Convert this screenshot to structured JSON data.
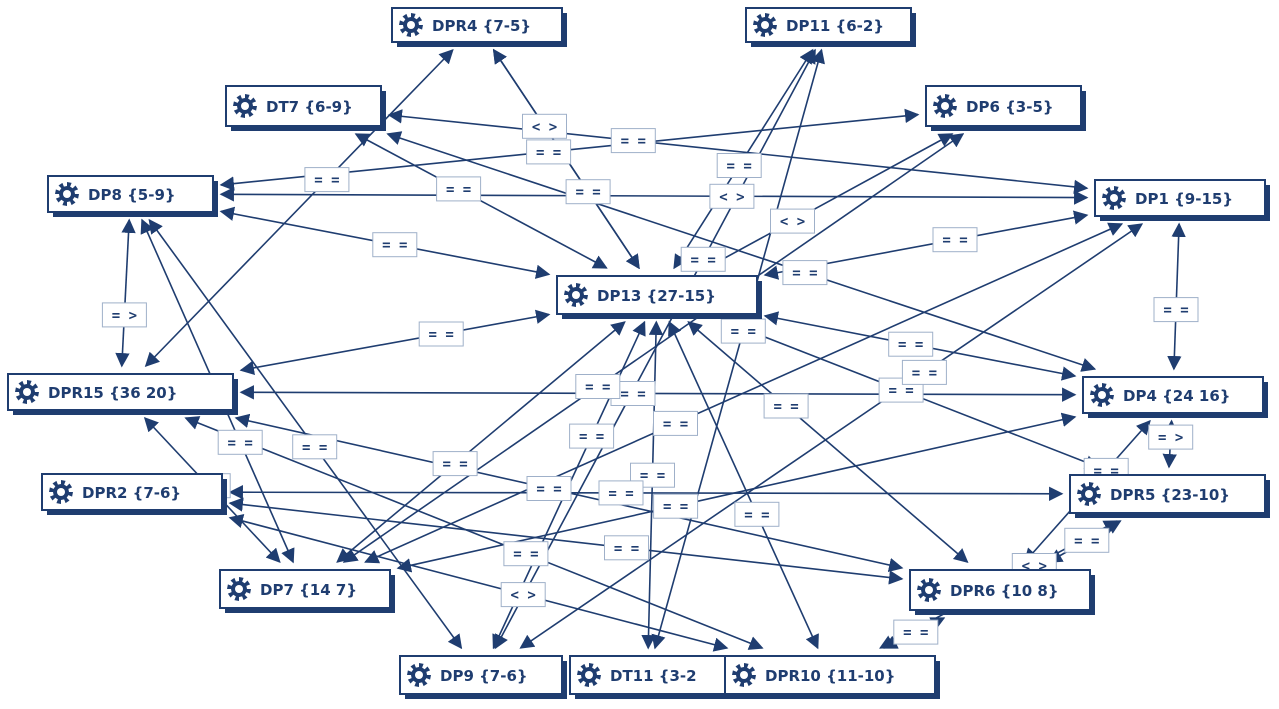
{
  "colors": {
    "primary": "#1f3d70",
    "background": "#ffffff",
    "label_border": "#9fb0c9"
  },
  "node_icon": "gear-icon",
  "nodes": [
    {
      "id": "DPR4",
      "label": "DPR4 {7-5}"
    },
    {
      "id": "DP11",
      "label": "DP11 {6-2}"
    },
    {
      "id": "DT7",
      "label": "DT7 {6-9}"
    },
    {
      "id": "DP6",
      "label": "DP6 {3-5}"
    },
    {
      "id": "DP8",
      "label": "DP8 {5-9}"
    },
    {
      "id": "DP1",
      "label": "DP1 {9-15}"
    },
    {
      "id": "DP13",
      "label": "DP13 {27-15}"
    },
    {
      "id": "DPR15",
      "label": "DPR15 {36 20}"
    },
    {
      "id": "DP4",
      "label": "DP4 {24 16}"
    },
    {
      "id": "DPR2",
      "label": "DPR2 {7-6}"
    },
    {
      "id": "DPR5",
      "label": "DPR5 {23-10}"
    },
    {
      "id": "DP7",
      "label": "DP7 {14 7}"
    },
    {
      "id": "DPR6",
      "label": "DPR6 {10 8}"
    },
    {
      "id": "DP9",
      "label": "DP9 {7-6}"
    },
    {
      "id": "DT11",
      "label": "DT11 {3-2"
    },
    {
      "id": "DPR10",
      "label": "DPR10 {11-10}"
    }
  ],
  "edges": [
    {
      "from": "DP13",
      "to": "DPR4",
      "label": "= ="
    },
    {
      "from": "DP13",
      "to": "DP11",
      "label": "= ="
    },
    {
      "from": "DP13",
      "to": "DT7",
      "label": "= ="
    },
    {
      "from": "DP13",
      "to": "DP6",
      "label": "< >"
    },
    {
      "from": "DP13",
      "to": "DP8",
      "label": "= ="
    },
    {
      "from": "DP13",
      "to": "DP1",
      "label": "= ="
    },
    {
      "from": "DP13",
      "to": "DPR15",
      "label": "= ="
    },
    {
      "from": "DP13",
      "to": "DP4",
      "label": "= ="
    },
    {
      "from": "DP13",
      "to": "DP7",
      "label": "= ="
    },
    {
      "from": "DP13",
      "to": "DP9",
      "label": "= ="
    },
    {
      "from": "DP13",
      "to": "DT11",
      "label": "= ="
    },
    {
      "from": "DP13",
      "to": "DPR10",
      "label": "= ="
    },
    {
      "from": "DP13",
      "to": "DPR6",
      "label": "= ="
    },
    {
      "from": "DP13",
      "to": "DPR5",
      "label": "= ="
    },
    {
      "from": "DP8",
      "to": "DP1",
      "label": "< >"
    },
    {
      "from": "DT7",
      "to": "DP1",
      "label": "= ="
    },
    {
      "from": "DP8",
      "to": "DP6",
      "label": "= ="
    },
    {
      "from": "DPR15",
      "to": "DPR4",
      "label": "= ="
    },
    {
      "from": "DPR15",
      "to": "DP8",
      "label": "= >"
    },
    {
      "from": "DPR15",
      "to": "DP4",
      "label": "= ="
    },
    {
      "from": "DP1",
      "to": "DP4",
      "label": "= ="
    },
    {
      "from": "DP4",
      "to": "DPR5",
      "label": "= >"
    },
    {
      "from": "DPR2",
      "to": "DPR5",
      "label": "= ="
    },
    {
      "from": "DPR2",
      "to": "DPR6",
      "label": "= ="
    },
    {
      "from": "DPR5",
      "to": "DPR10",
      "label": "< >"
    },
    {
      "from": "DPR6",
      "to": "DPR10",
      "label": "= ="
    },
    {
      "from": "DP4",
      "to": "DP7",
      "label": "= ="
    },
    {
      "from": "DP1",
      "to": "DP9",
      "label": "= ="
    },
    {
      "from": "DP9",
      "to": "DP8",
      "label": "= ="
    },
    {
      "from": "DPR15",
      "to": "DPR10",
      "label": "= ="
    },
    {
      "from": "DP7",
      "to": "DP8",
      "label": "= ="
    },
    {
      "from": "DP11",
      "to": "DT11",
      "label": "= ="
    },
    {
      "from": "DP6",
      "to": "DP7",
      "label": "= ="
    },
    {
      "from": "DPR4",
      "to": "DP13",
      "label": "< >"
    },
    {
      "from": "DPR15",
      "to": "DPR6",
      "label": "= ="
    },
    {
      "from": "DPR2",
      "to": "DPR10",
      "label": "< >"
    },
    {
      "from": "DP4",
      "to": "DPR6",
      "label": "= ="
    },
    {
      "from": "DPR5",
      "to": "DPR6",
      "label": "= ="
    },
    {
      "from": "DP1",
      "to": "DP7",
      "label": "= ="
    },
    {
      "from": "DP11",
      "to": "DP9",
      "label": "= ="
    },
    {
      "from": "DPR15",
      "to": "DP7",
      "label": "= ="
    },
    {
      "from": "DT7",
      "to": "DP4",
      "label": "= ="
    }
  ]
}
